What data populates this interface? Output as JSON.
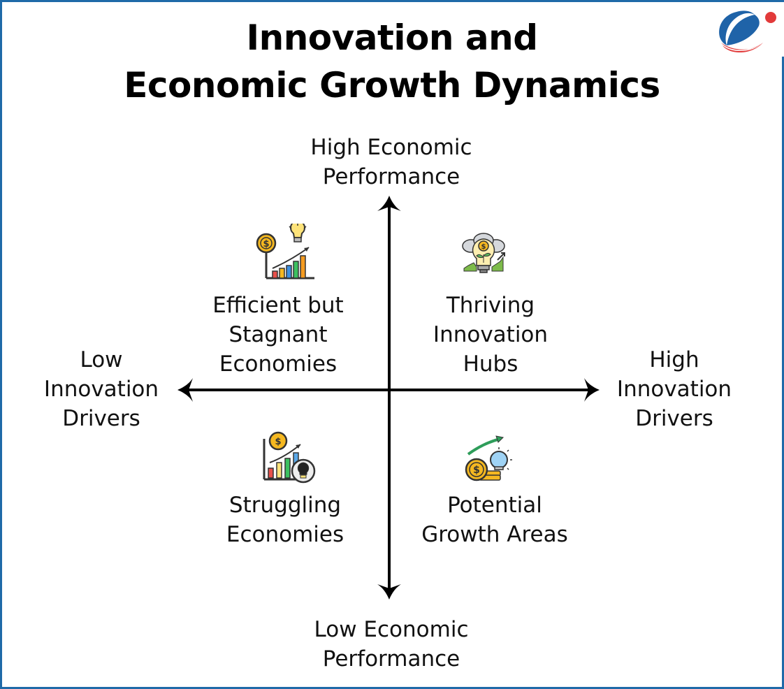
{
  "title": {
    "line1": "Innovation and",
    "line2": "Economic Growth Dynamics"
  },
  "colors": {
    "border": "#1f6aa8",
    "logo_blue": "#1f63a8",
    "logo_red": "#e23a3a",
    "axis": "#000000"
  },
  "axes": {
    "top": {
      "line1": "High Economic",
      "line2": "Performance"
    },
    "bottom": {
      "line1": "Low Economic",
      "line2": "Performance"
    },
    "left": {
      "line1": "Low",
      "line2": "Innovation",
      "line3": "Drivers"
    },
    "right": {
      "line1": "High",
      "line2": "Innovation",
      "line3": "Drivers"
    }
  },
  "quadrants": {
    "top_left": {
      "line1": "Efficient but",
      "line2": "Stagnant",
      "line3": "Economies",
      "icon": "coin-lightbulb-bar-chart-icon"
    },
    "top_right": {
      "line1": "Thriving",
      "line2": "Innovation",
      "line3": "Hubs",
      "icon": "lightbulb-plant-growth-icon"
    },
    "bottom_left": {
      "line1": "Struggling",
      "line2": "Economies",
      "icon": "chart-coin-dark-bulb-icon"
    },
    "bottom_right": {
      "line1": "Potential",
      "line2": "Growth Areas",
      "icon": "coins-bulb-arrow-icon"
    }
  }
}
